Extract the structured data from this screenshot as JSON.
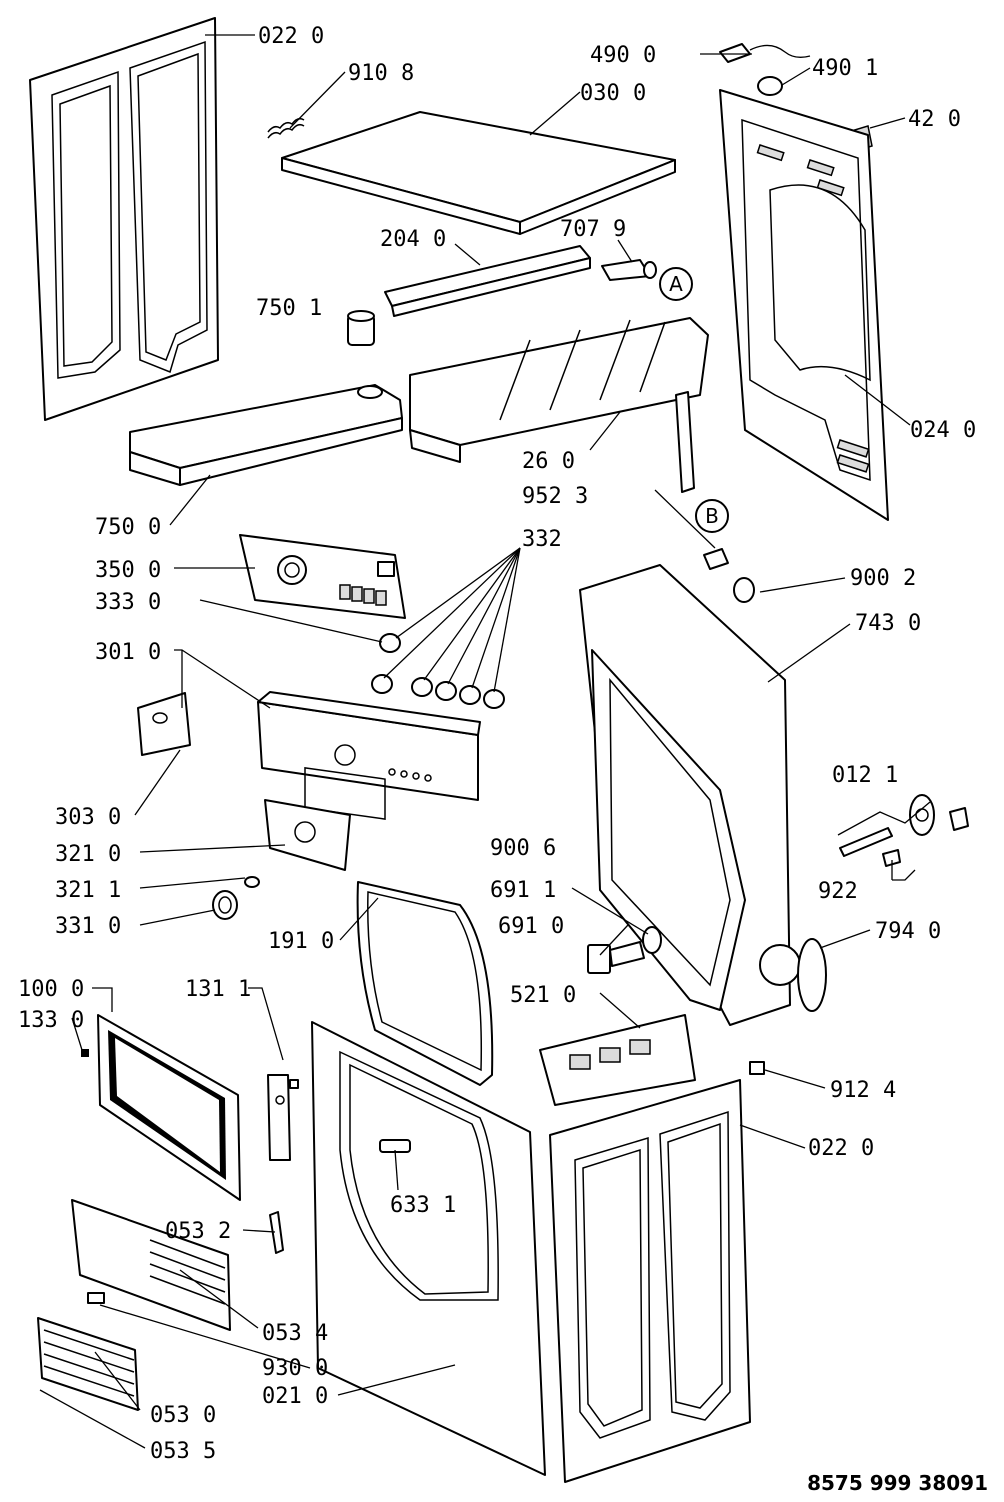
{
  "diagram": {
    "footer_code": "8575 999 38091",
    "callouts": {
      "a": "A",
      "b": "B"
    },
    "labels": {
      "p022_0_top": "022 0",
      "p910_8": "910 8",
      "p490_0": "490 0",
      "p490_1": "490 1",
      "p030_0": "030 0",
      "p42_0": "42  0",
      "p204_0": "204 0",
      "p707_9": "707 9",
      "p750_1": "750 1",
      "p024_0": "024 0",
      "p26_0": "26  0",
      "p750_0": "750 0",
      "p952_3": "952 3",
      "p332": "332",
      "p350_0": "350 0",
      "p333_0": "333 0",
      "p900_2": "900 2",
      "p743_0": "743 0",
      "p301_0": "301 0",
      "p012_1": "012 1",
      "p303_0": "303 0",
      "p321_0": "321 0",
      "p900_6": "900 6",
      "p922": "922",
      "p321_1": "321 1",
      "p691_1": "691 1",
      "p331_0": "331 0",
      "p191_0": "191 0",
      "p691_0": "691 0",
      "p794_0": "794 0",
      "p100_0": "100 0",
      "p131_1": "131 1",
      "p521_0": "521 0",
      "p133_0": "133 0",
      "p912_4": "912 4",
      "p022_0_bottom": "022 0",
      "p633_1": "633 1",
      "p053_2": "053 2",
      "p053_4": "053 4",
      "p930_0": "930 0",
      "p021_0": "021 0",
      "p053_0": "053 0",
      "p053_5": "053 5"
    }
  }
}
